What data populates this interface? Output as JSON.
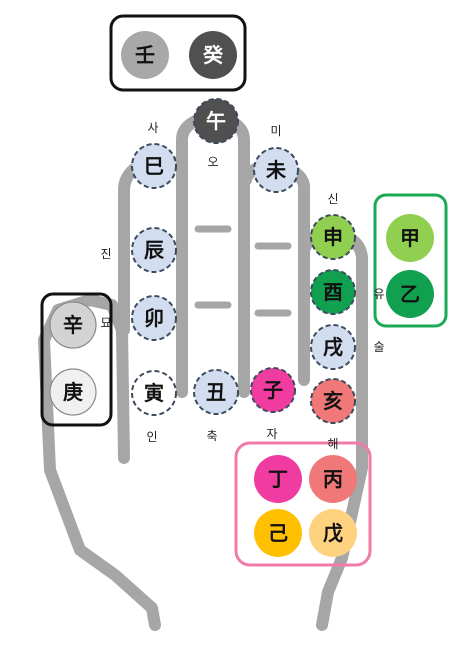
{
  "colors": {
    "hand_outline": "#a6a6a6",
    "branch_fill": "#d3ddf0",
    "branch_stroke": "#3d4a5c",
    "box_dark": "#111111",
    "box_green": "#1aaa55",
    "box_pink": "#f07aa8"
  },
  "stems": {
    "im": {
      "char": "壬",
      "fill": "#a8a8a8",
      "color": "#111111"
    },
    "gye": {
      "char": "癸",
      "fill": "#505050",
      "color": "#ffffff"
    },
    "gap": {
      "char": "甲",
      "fill": "#90cf50",
      "color": "#111111"
    },
    "eul": {
      "char": "乙",
      "fill": "#10a050",
      "color": "#111111"
    },
    "sin": {
      "char": "辛",
      "fill": "#d3d3d3",
      "color": "#111111"
    },
    "gyeong": {
      "char": "庚",
      "fill": "#f0f0f0",
      "color": "#111111"
    },
    "jeong": {
      "char": "丁",
      "fill": "#f03ca0",
      "color": "#111111"
    },
    "byeong": {
      "char": "丙",
      "fill": "#f07878",
      "color": "#111111"
    },
    "gi": {
      "char": "己",
      "fill": "#ffc000",
      "color": "#111111"
    },
    "mu": {
      "char": "戊",
      "fill": "#ffd280",
      "color": "#111111"
    }
  },
  "branches": {
    "sa": {
      "char": "巳",
      "korean": "사",
      "fill": "#d3ddf0"
    },
    "jin": {
      "char": "辰",
      "korean": "진",
      "fill": "#d3ddf0"
    },
    "myo": {
      "char": "卯",
      "korean": "묘",
      "fill": "#d3ddf0"
    },
    "in": {
      "char": "寅",
      "korean": "인",
      "fill": "#ffffff"
    },
    "o": {
      "char": "午",
      "korean": "오",
      "fill": "#505050"
    },
    "chuk": {
      "char": "丑",
      "korean": "축",
      "fill": "#d3ddf0"
    },
    "mi": {
      "char": "未",
      "korean": "미",
      "fill": "#d3ddf0"
    },
    "ja": {
      "char": "子",
      "korean": "자",
      "fill": "#f03ca0"
    },
    "sin": {
      "char": "申",
      "korean": "신",
      "fill": "#90cf50"
    },
    "yu": {
      "char": "酉",
      "korean": "유",
      "fill": "#10a050"
    },
    "sul": {
      "char": "戌",
      "korean": "술",
      "fill": "#d3ddf0"
    },
    "hae": {
      "char": "亥",
      "korean": "해",
      "fill": "#f07878"
    }
  }
}
